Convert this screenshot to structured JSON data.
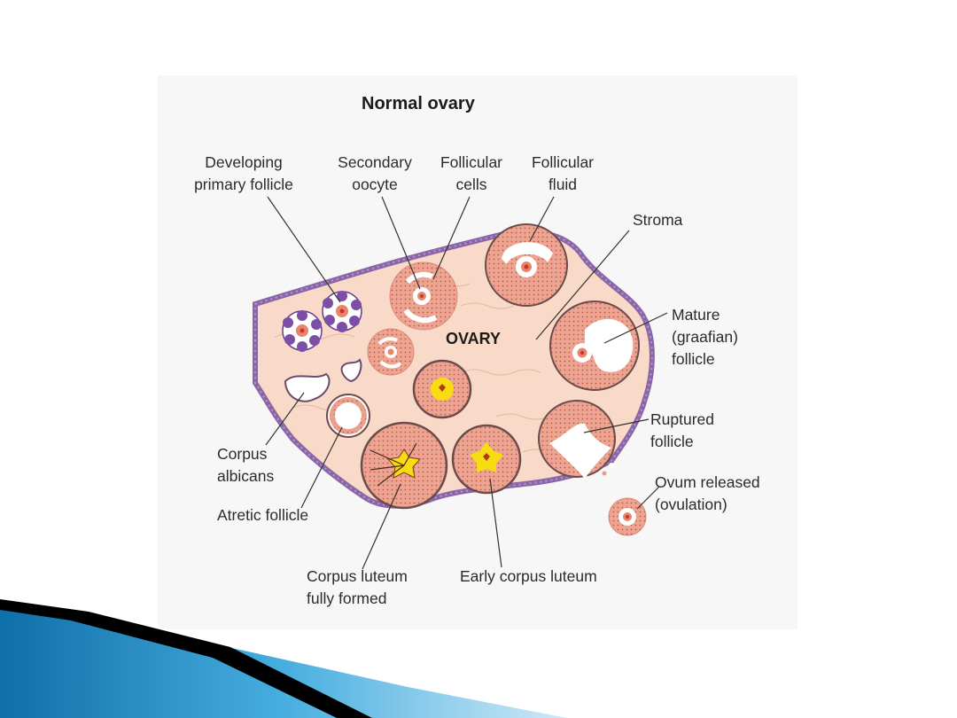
{
  "title": "Normal ovary",
  "organ_label": "OVARY",
  "labels": {
    "developing_primary_follicle": "Developing\nprimary follicle",
    "secondary_oocyte": "Secondary\noocyte",
    "follicular_cells": "Follicular\ncells",
    "follicular_fluid": "Follicular\nfluid",
    "stroma": "Stroma",
    "mature_follicle": "Mature\n(graafian)\nfollicle",
    "ruptured_follicle": "Ruptured\nfollicle",
    "ovum_released": "Ovum released\n(ovulation)",
    "early_corpus_luteum": "Early corpus luteum",
    "corpus_luteum_fully_formed": "Corpus luteum\nfully formed",
    "atretic_follicle": "Atretic follicle",
    "corpus_albicans": "Corpus\nalbicans"
  },
  "colors": {
    "stroma": "#f9d9c8",
    "capsule": "#8a66a8",
    "follicle": "#e8a08e",
    "follicle_dots": "#d0604e",
    "yellow": "#f7dc12",
    "corner_blue": "#1a8cc7",
    "corner_black": "#000000"
  }
}
